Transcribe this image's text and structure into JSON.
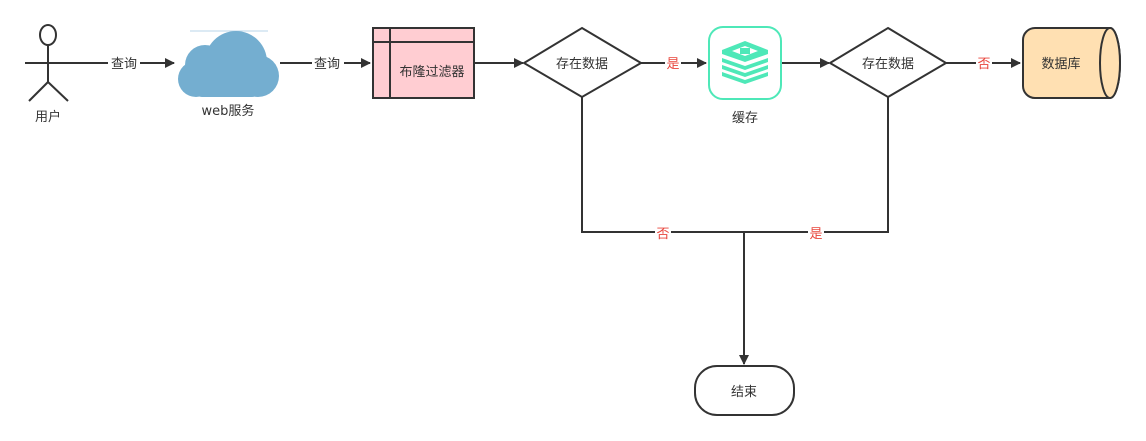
{
  "nodes": {
    "user": {
      "label": "用户"
    },
    "web": {
      "label": "web服务"
    },
    "bloom": {
      "label": "布隆过滤器"
    },
    "decision1": {
      "label": "存在数据"
    },
    "cache": {
      "label": "缓存"
    },
    "decision2": {
      "label": "存在数据"
    },
    "database": {
      "label": "数据库"
    },
    "end": {
      "label": "结束"
    }
  },
  "edges": {
    "user_web": {
      "label": "查询"
    },
    "web_bloom": {
      "label": "查询"
    },
    "d1_cache": {
      "label": "是"
    },
    "d2_db": {
      "label": "否"
    },
    "d1_end": {
      "label": "否"
    },
    "d2_end": {
      "label": "是"
    }
  },
  "colors": {
    "stroke": "#333333",
    "cloud": "#74aed0",
    "bloom_fill": "#ffcdd2",
    "cache_accent": "#4ee8b8",
    "db_fill": "#ffe0b2",
    "edge_label_red": "#e8453c"
  }
}
